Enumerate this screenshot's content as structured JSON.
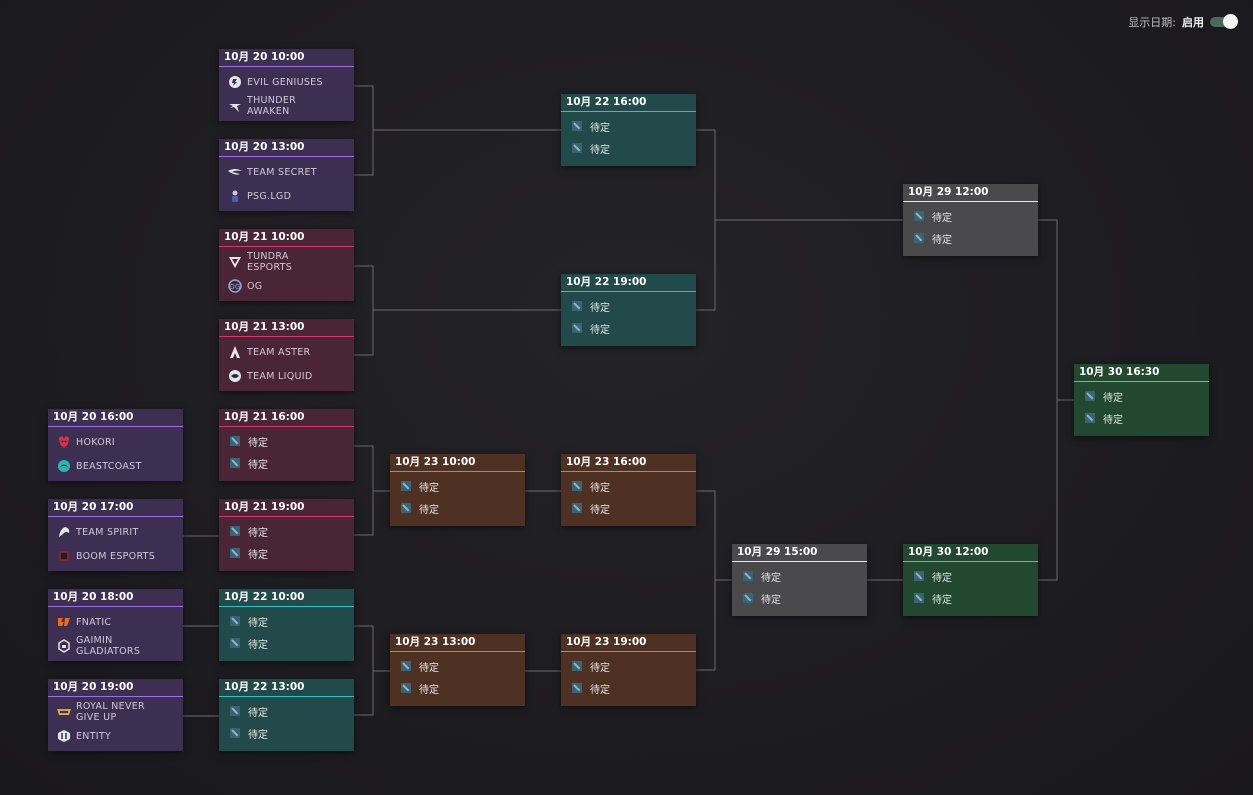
{
  "settings": {
    "show_date_label": "显示日期:",
    "show_date_state": "启用",
    "show_date_enabled": true
  },
  "placeholder": "待定",
  "matches": {
    "m1": {
      "time": "10月 20 10:00",
      "teams": [
        {
          "name": "EVIL GENIUSES",
          "icon": "evil-geniuses-logo"
        },
        {
          "name": "THUNDER\nAWAKEN",
          "icon": "thunder-awaken-logo"
        }
      ]
    },
    "m2": {
      "time": "10月 20 13:00",
      "teams": [
        {
          "name": "TEAM SECRET",
          "icon": "team-secret-logo"
        },
        {
          "name": "PSG.LGD",
          "icon": "psg-lgd-logo"
        }
      ]
    },
    "m3": {
      "time": "10月 21 10:00",
      "teams": [
        {
          "name": "TUNDRA\nESPORTS",
          "icon": "tundra-logo"
        },
        {
          "name": "OG",
          "icon": "og-logo"
        }
      ]
    },
    "m4": {
      "time": "10月 21 13:00",
      "teams": [
        {
          "name": "TEAM ASTER",
          "icon": "team-aster-logo"
        },
        {
          "name": "TEAM LIQUID",
          "icon": "team-liquid-logo"
        }
      ]
    },
    "m5": {
      "time": "10月 20 16:00",
      "teams": [
        {
          "name": "HOKORI",
          "icon": "hokori-logo"
        },
        {
          "name": "BEASTCOAST",
          "icon": "beastcoast-logo"
        }
      ]
    },
    "m6": {
      "time": "10月 20 17:00",
      "teams": [
        {
          "name": "TEAM SPIRIT",
          "icon": "team-spirit-logo"
        },
        {
          "name": "BOOM ESPORTS",
          "icon": "boom-esports-logo"
        }
      ]
    },
    "m7": {
      "time": "10月 20 18:00",
      "teams": [
        {
          "name": "FNATIC",
          "icon": "fnatic-logo"
        },
        {
          "name": "GAIMIN\nGLADIATORS",
          "icon": "gaimin-logo"
        }
      ]
    },
    "m8": {
      "time": "10月 20 19:00",
      "teams": [
        {
          "name": "ROYAL NEVER\nGIVE UP",
          "icon": "rng-logo"
        },
        {
          "name": "ENTITY",
          "icon": "entity-logo"
        }
      ]
    },
    "m9": {
      "time": "10月 21 16:00"
    },
    "m10": {
      "time": "10月 21 19:00"
    },
    "m11": {
      "time": "10月 22 10:00"
    },
    "m12": {
      "time": "10月 22 13:00"
    },
    "m13": {
      "time": "10月 22 16:00"
    },
    "m14": {
      "time": "10月 22 19:00"
    },
    "m15": {
      "time": "10月 23 10:00"
    },
    "m16": {
      "time": "10月 23 13:00"
    },
    "m17": {
      "time": "10月 23 16:00"
    },
    "m18": {
      "time": "10月 23 19:00"
    },
    "m19": {
      "time": "10月 29 12:00"
    },
    "m20": {
      "time": "10月 29 15:00"
    },
    "m21": {
      "time": "10月 30 12:00"
    },
    "m22": {
      "time": "10月 30 16:30"
    }
  }
}
